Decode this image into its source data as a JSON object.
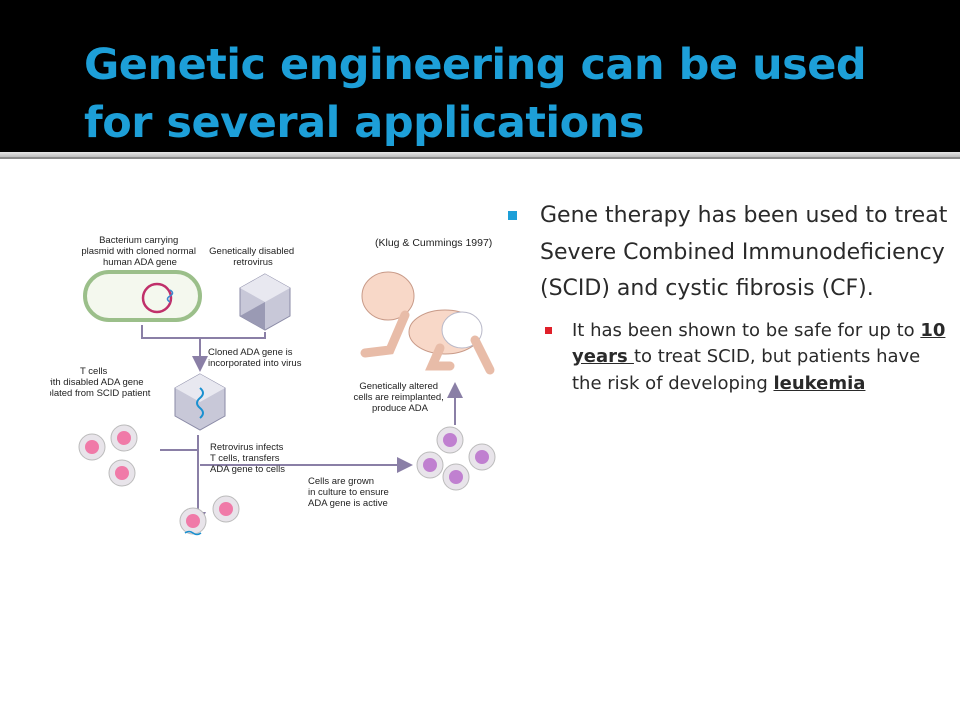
{
  "title": "Genetic engineering can be used for several applications",
  "diagram": {
    "citation": "(Klug & Cummings 1997)",
    "labels": {
      "bacterium_1": "Bacterium carrying",
      "bacterium_2": "plasmid with cloned normal",
      "bacterium_3": "human ADA gene",
      "retrovirus_1": "Genetically disabled",
      "retrovirus_2": "retrovirus",
      "cloned_1": "Cloned ADA gene is",
      "cloned_2": "incorporated into virus",
      "tcells_1": "T cells",
      "tcells_2": "with disabled ADA gene",
      "tcells_3": "isolated from SCID patient",
      "reimplant_1": "Genetically altered",
      "reimplant_2": "cells are reimplanted,",
      "reimplant_3": "produce ADA",
      "infects_1": "Retrovirus infects",
      "infects_2": "T cells, transfers",
      "infects_3": "ADA gene to cells",
      "culture_1": "Cells are grown",
      "culture_2": "in culture to ensure",
      "culture_3": "ADA gene is active"
    }
  },
  "bullets": {
    "main": "Gene therapy has been used to treat Severe Combined Immunodeficiency (SCID) and cystic fibrosis (CF).",
    "sub_prefix": "It has been shown to be safe for up to ",
    "sub_years": "10 years ",
    "sub_middle": "to treat SCID, but patients have the risk of developing ",
    "sub_leukemia": "leukemia"
  },
  "colors": {
    "title": "#1d9fd8",
    "bullet_main": "#1d9fd8",
    "bullet_sub": "#e0202a",
    "title_bar": "#000000"
  }
}
